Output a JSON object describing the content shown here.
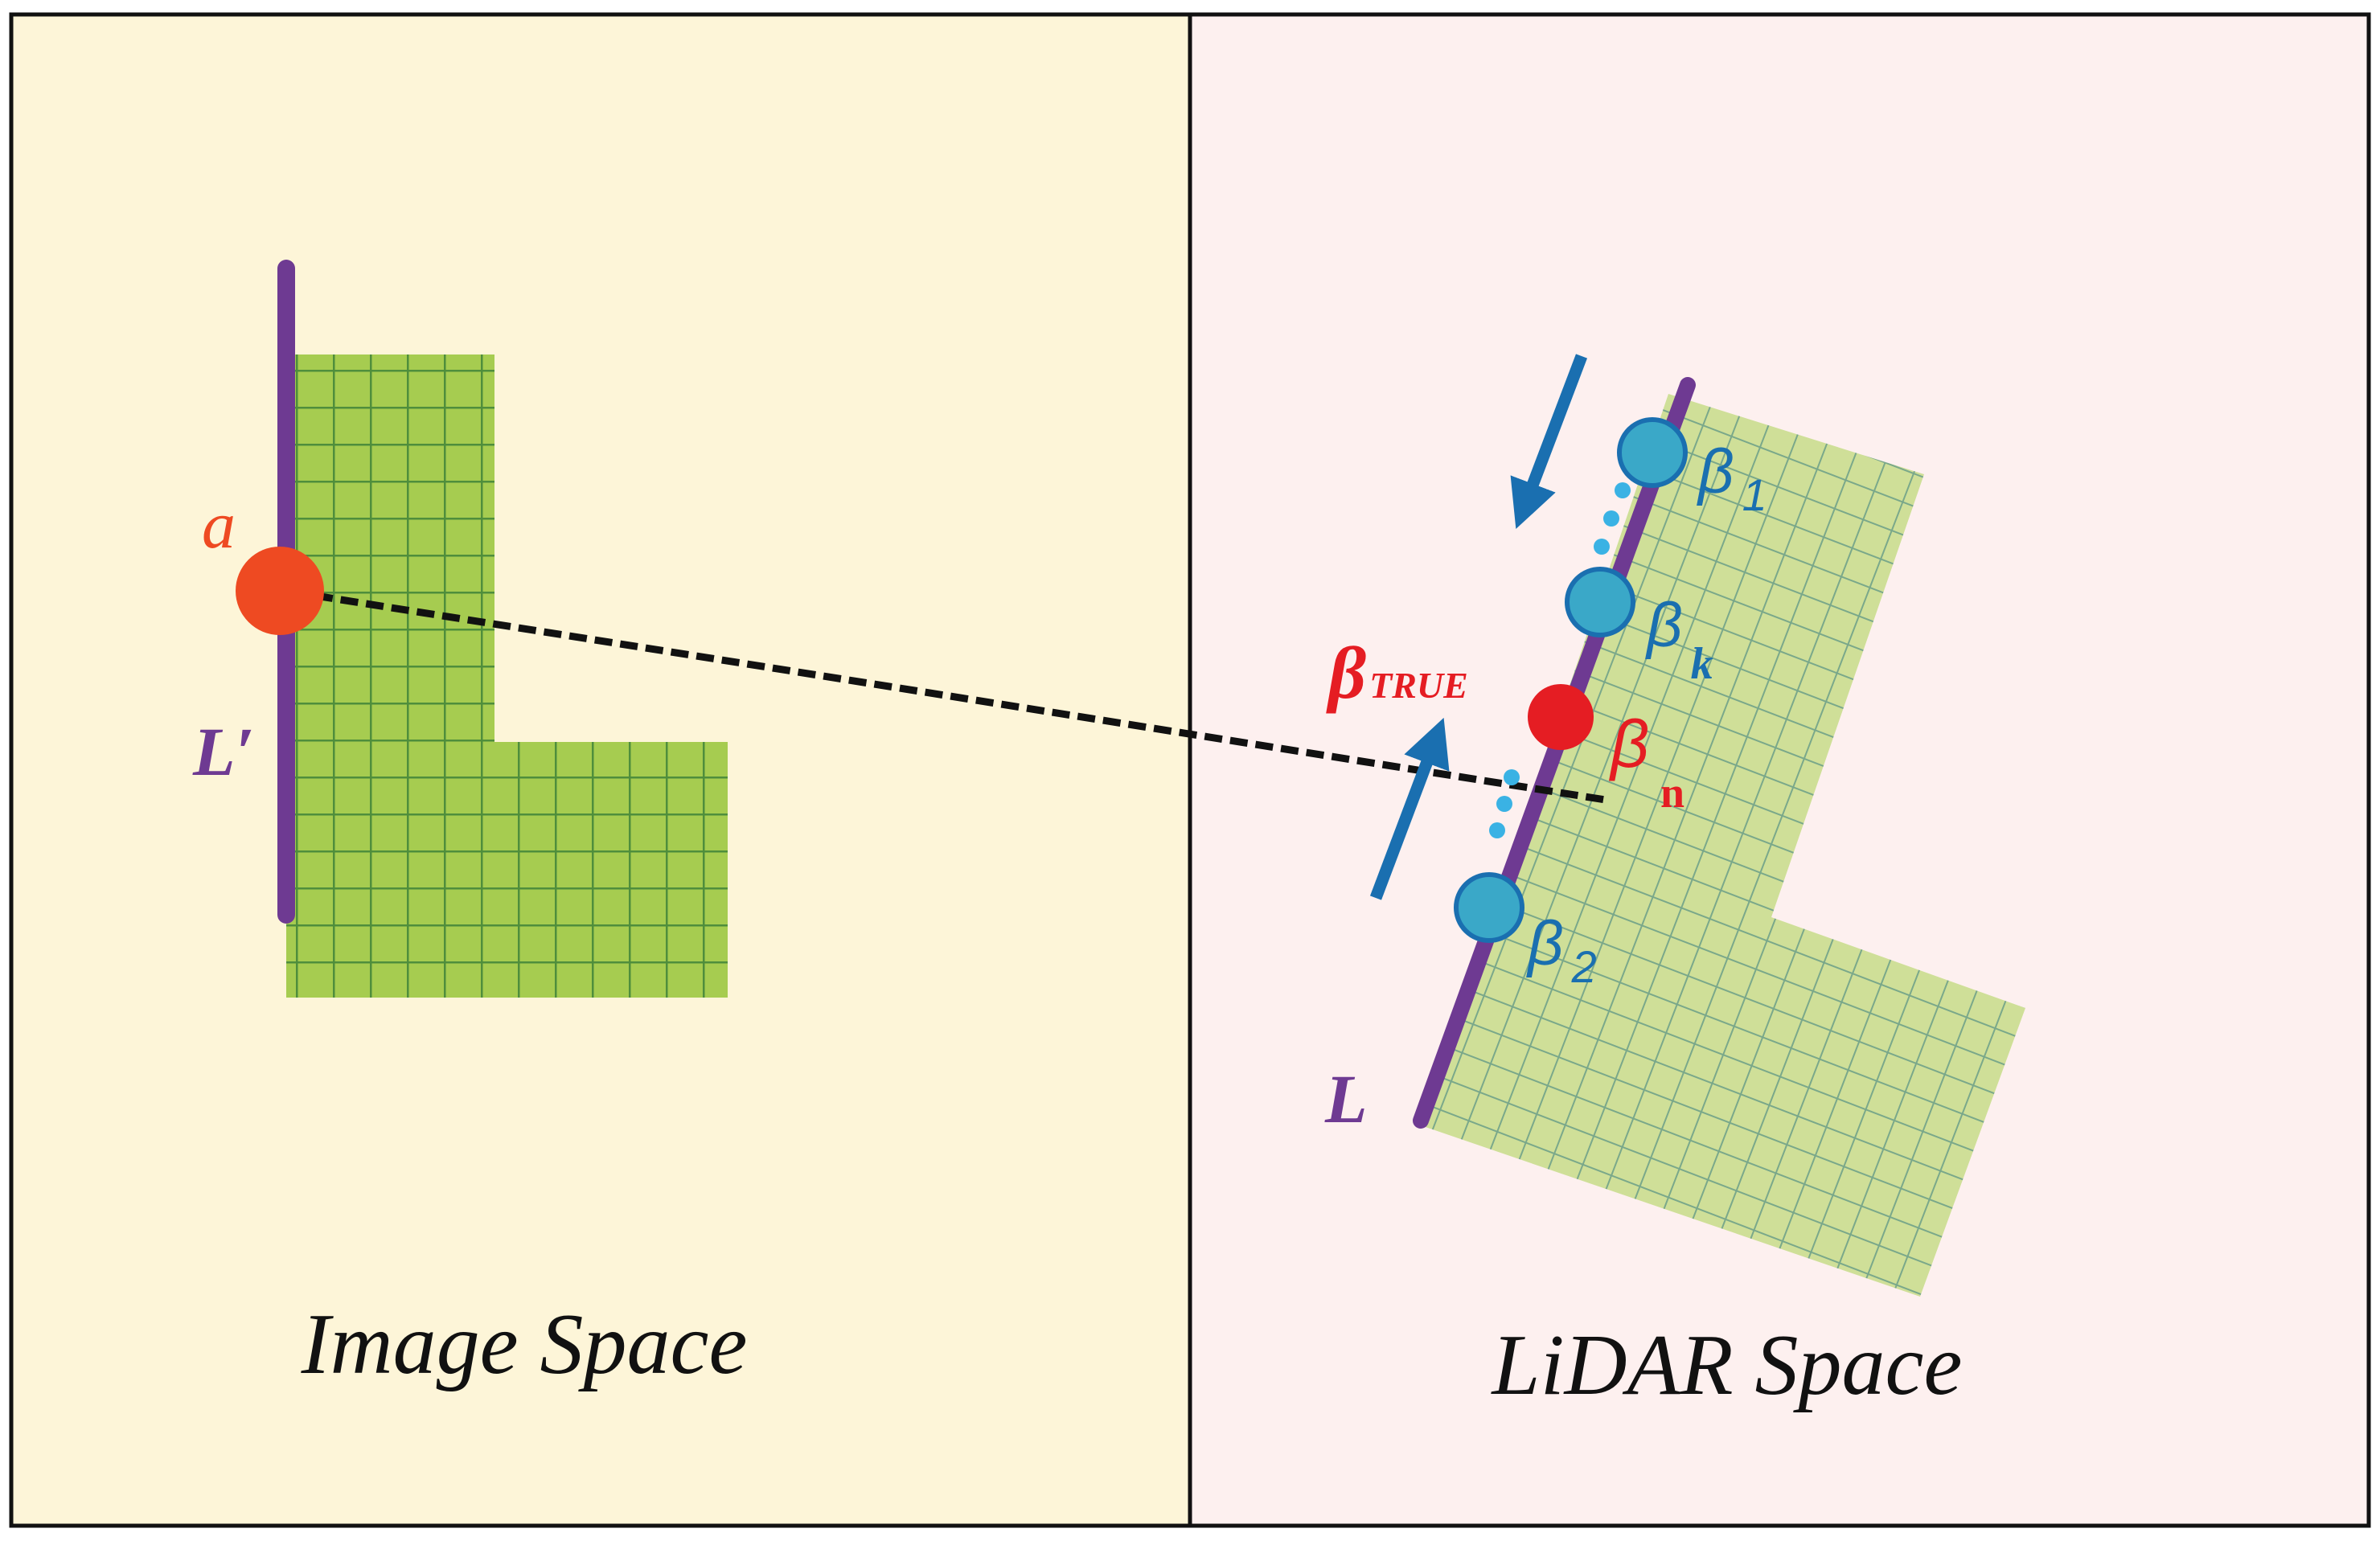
{
  "panels": {
    "image": {
      "caption": "Image Space"
    },
    "lidar": {
      "caption": "LiDAR Space"
    }
  },
  "labels": {
    "point_a": "a",
    "line_image": "L′",
    "line_lidar": "L",
    "beta_true_symbol": "β",
    "beta_true_sub": "TRUE",
    "beta_1_symbol": "β",
    "beta_1_sub": "1",
    "beta_k_symbol": "β",
    "beta_k_sub": "k",
    "beta_2_symbol": "β",
    "beta_2_sub": "2",
    "beta_n_symbol": "β",
    "beta_n_sub": "n"
  },
  "colors": {
    "image_bg": "#fdf5d8",
    "lidar_bg": "#fdf0ef",
    "border": "#111111",
    "purple_line": "#6e3a92",
    "point_a": "#ee4a22",
    "point_true": "#e51d23",
    "beta_points": "#3aa8c8",
    "beta_point_stroke": "#1a6fb0",
    "arrow_blue": "#1a6fb0",
    "dots_light_blue": "#3ab2e4",
    "label_blue": "#1a6fb0",
    "label_red": "#e51d23",
    "label_purple": "#6e3a92",
    "label_orange": "#ee4a22",
    "grid_fill_image": "#a6cc50",
    "grid_line_image": "#4f8e3c",
    "grid_fill_lidar": "#cfdf98",
    "grid_line_lidar": "#7aa88a"
  }
}
